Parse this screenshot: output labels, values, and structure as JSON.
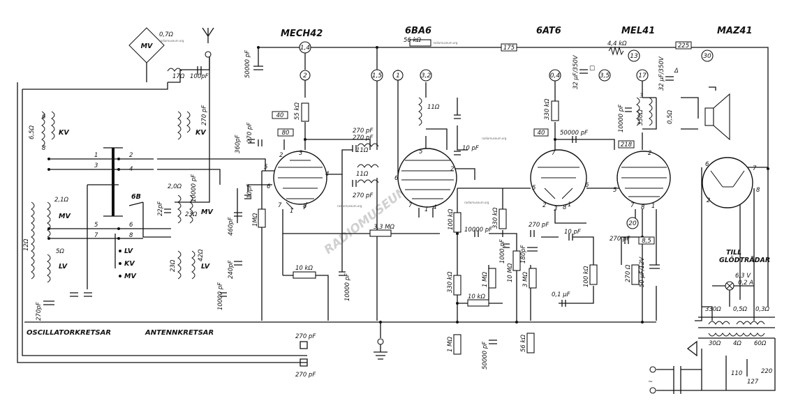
{
  "tubes": [
    {
      "name": "MECH42"
    },
    {
      "name": "6BA6"
    },
    {
      "name": "6AT6"
    },
    {
      "name": "MEL41"
    },
    {
      "name": "MAZ41"
    }
  ],
  "voltage_nodes": [
    "1,4",
    "2",
    "1,5",
    "1",
    "3,2",
    "0,4",
    "3,5",
    "13",
    "17",
    "30",
    "20"
  ],
  "boxed_values": [
    "175",
    "225",
    "40",
    "80",
    "40",
    "218",
    "8,5"
  ],
  "sections": {
    "oscillator": "OSCILLATORKRETSAR",
    "antenna": "ANTENNKRETSAR",
    "heater": [
      "TILL",
      "GLÖDTRÅDAR"
    ]
  },
  "bands": [
    "LV",
    "KV",
    "MV"
  ],
  "coil_labels": [
    "KV",
    "MV",
    "LV",
    "KV",
    "MV",
    "LV"
  ],
  "components": {
    "mv_box": "MV",
    "mv_res": "0,7Ω",
    "r_17": "17Ω",
    "c_100pf_top": "100pF",
    "c_50000_top": "50000 pF",
    "r_56k_top": "56 kΩ",
    "r_4k4": "4,4 kΩ",
    "r_55k": "55 kΩ",
    "c_360": "360pF",
    "c_270_a": "270 pF",
    "r_11_a": "11Ω",
    "c_270_b": "270 pF",
    "r_11_b": "11Ω",
    "c_270_c": "270 pF",
    "c_270_d": "270 pF",
    "r_11_c": "11Ω",
    "c_10_a": "10 pF",
    "r_330k_a": "330 kΩ",
    "c_50000_b": "50000 pF",
    "c_32uf_a": "32 µF/350V",
    "c_32uf_b": "32 µF/350V",
    "c_10000_a": "10000 pF",
    "r_330": "330Ω",
    "r_05_a": "0,5Ω",
    "r_1m": "1MΩ",
    "c_460": "460pF",
    "c_240": "240pF",
    "r_33m": "3,3 MΩ",
    "c_10000_b": "10000 pF",
    "r_100k_a": "100 kΩ",
    "r_330k_b": "330 kΩ",
    "c_270_e": "270 pF",
    "c_10_b": "10 pF",
    "c_1000_a": "1000 pF",
    "r_10m": "10 MΩ",
    "c_180": "180pF",
    "r_3m": "3 MΩ",
    "pot_1m": "1 MΩ",
    "c_01uf": "0,1 µF",
    "r_100k_b": "100 kΩ",
    "r_10k_a": "10 kΩ",
    "c_10000_c": "10000 pF",
    "r_330k_c": "330 kΩ",
    "r_10k_b": "10 kΩ",
    "r_1m_b": "1 MΩ",
    "c_50000_c": "50000 pF",
    "r_56k_b": "56 kΩ",
    "c_270_f": "270 pF",
    "r_270": "270 Ω",
    "c_50uf": "50 µF/12V",
    "c_10000_d": "10000 pF",
    "c_22": "22pF",
    "r_20": "2,0Ω",
    "r_23_a": "23Ω",
    "r_21": "2,1Ω",
    "r_5": "5Ω",
    "r_23_b": "23Ω",
    "r_42": "42Ω",
    "r_65": "6,5Ω",
    "r_12": "12Ω",
    "c_10_c": "10pF",
    "c_270_g": "270 pF",
    "c_270_osc": "270pF",
    "c_270_h": "270 pF",
    "c_270_i": "270 pF",
    "c_10000_e": "10000 pF",
    "heater_lamp": "6,3 V",
    "heater_current": "0,2 A",
    "t_330": "330Ω",
    "t_05": "0,5Ω",
    "t_03": "0,3Ω",
    "t_30": "30Ω",
    "t_4": "4Ω",
    "t_60": "60Ω",
    "v_110": "110",
    "v_127": "127",
    "v_220": "220",
    "sw_1": "1",
    "sw_2": "2",
    "sw_3": "3",
    "sw_4": "4",
    "sw_5": "5",
    "sw_6": "6",
    "sw_7": "7",
    "sw_8": "8",
    "sw_6b": "6B",
    "sw_6c": "6",
    "sw_8b": "8",
    "mains_symbol": "~",
    "symbol_square": "□",
    "symbol_triangle": "Δ"
  },
  "pin_numbers": [
    "2",
    "3",
    "5",
    "6",
    "7",
    "8",
    "1",
    "4",
    "2",
    "5",
    "6",
    "7",
    "1",
    "4",
    "7",
    "5",
    "6",
    "2",
    "3",
    "8",
    "1",
    "2",
    "5",
    "7",
    "8",
    "1",
    "6",
    "7",
    "2",
    "8",
    "3"
  ],
  "watermark": "RADIOMUSEUM.ORG",
  "tiny_texts": [
    "radiomuseum.org",
    "radiomuseum.org",
    "radiomuseum.org",
    "radiomuseum.org",
    "radiomuseum.org"
  ]
}
